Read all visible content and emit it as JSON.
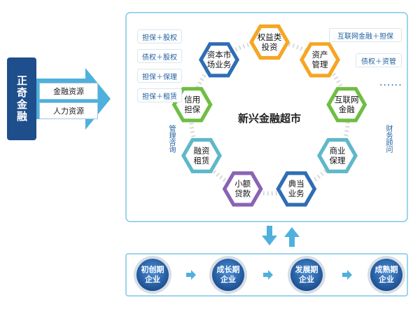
{
  "left_block": {
    "title": "正奇金融",
    "resources": [
      "金融资源",
      "人力资源"
    ]
  },
  "market": {
    "title": "新兴金融超市",
    "left_tags": [
      "担保＋股权",
      "债权＋股权",
      "担保＋保理",
      "担保＋租赁"
    ],
    "right_tags": [
      "互联网金融＋担保",
      "债权＋资管"
    ],
    "more": "......",
    "left_side_text": "管理咨询",
    "right_side_text": "财务顾问",
    "hexagons": [
      {
        "label": "权益类\n投资",
        "style": "orange"
      },
      {
        "label": "资产\n管理",
        "style": "orange"
      },
      {
        "label": "互联网\n金融",
        "style": "green"
      },
      {
        "label": "商业\n保理",
        "style": "teal"
      },
      {
        "label": "典当\n业务",
        "style": "blue"
      },
      {
        "label": "小额\n贷款",
        "style": "purple"
      },
      {
        "label": "融资\n租赁",
        "style": "teal"
      },
      {
        "label": "信用\n担保",
        "style": "green"
      },
      {
        "label": "资本市\n场业务",
        "style": "blue"
      }
    ]
  },
  "stages": [
    "初创期\n企业",
    "成长期\n企业",
    "发展期\n企业",
    "成熟期\n企业"
  ],
  "colors": {
    "navy": "#1e4e8c",
    "arrow_blue": "#4fb0de",
    "border_blue": "#7fc6e8",
    "orange": "#f5a623",
    "green": "#6fbe44",
    "teal": "#5fb8c9",
    "blue": "#2f6db5",
    "purple": "#8a63b5"
  }
}
